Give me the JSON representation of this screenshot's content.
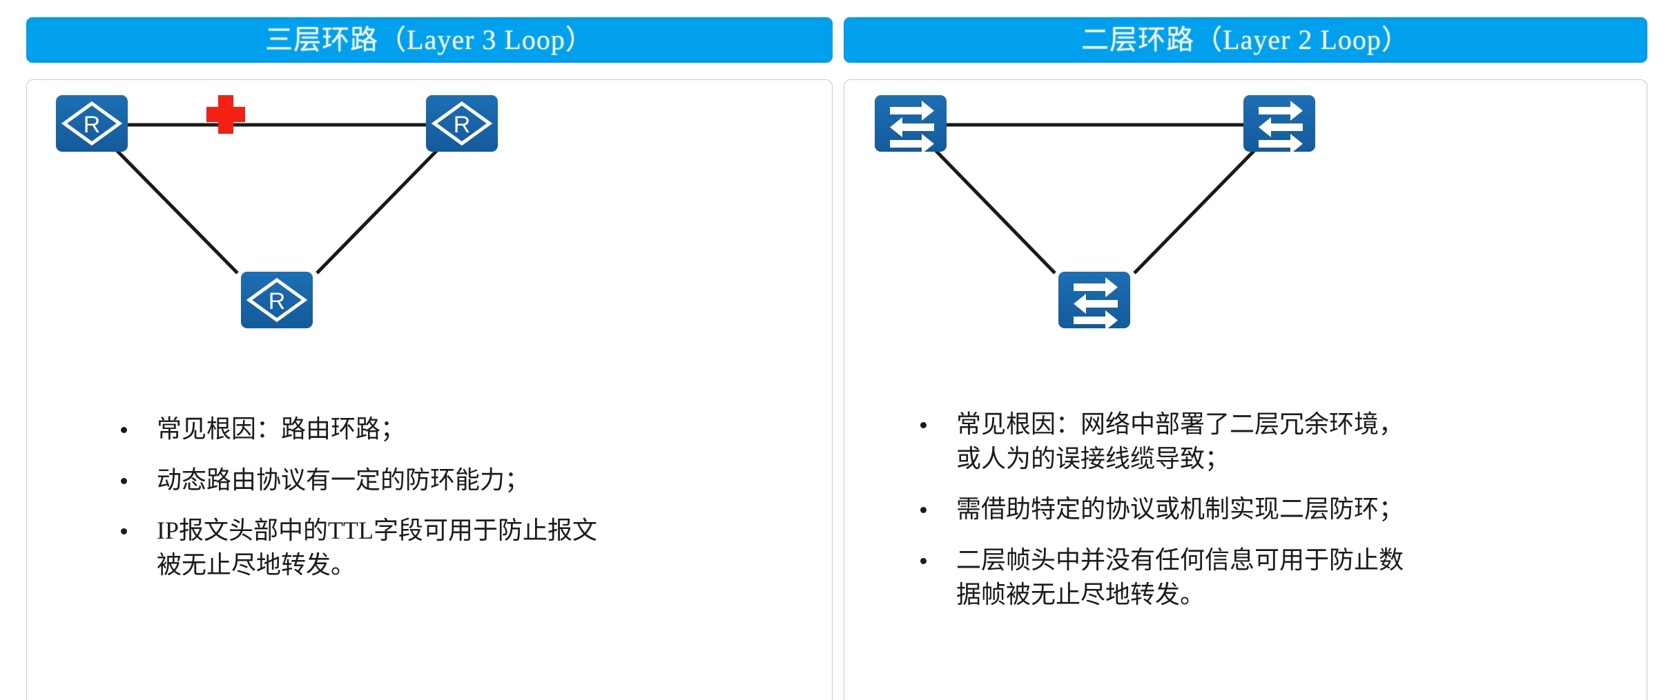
{
  "theme": {
    "header_blue": "#00a0ee",
    "header_text": "#f0fbff",
    "node_blue": "#1764a8",
    "node_blue_dark": "#14538f",
    "marker_red": "#f42112",
    "link_black": "#1a1a1a",
    "card_border": "#c9c9c9",
    "body_text": "#1b1b1b"
  },
  "panels": [
    {
      "id": "layer3",
      "header": {
        "title": "三层环路（Layer 3 Loop）"
      },
      "diagram": {
        "node_label": "R",
        "node_icon": "router-icon",
        "marker_icon": "red-cross-marker",
        "nodes": [
          {
            "name": "router-top-left",
            "label": "R"
          },
          {
            "name": "router-top-right",
            "label": "R"
          },
          {
            "name": "router-bottom",
            "label": "R"
          }
        ],
        "links": [
          {
            "from": "router-top-left",
            "to": "router-top-right"
          },
          {
            "from": "router-top-left",
            "to": "router-bottom"
          },
          {
            "from": "router-top-right",
            "to": "router-bottom"
          }
        ]
      },
      "bullets": [
        "常见根因：路由环路；",
        "动态路由协议有一定的防环能力；",
        "IP报文头部中的TTL字段可用于防止报文\n被无止尽地转发。"
      ]
    },
    {
      "id": "layer2",
      "header": {
        "title": "二层环路（Layer 2 Loop）"
      },
      "diagram": {
        "node_label": "",
        "node_icon": "switch-icon",
        "marker_icon": "",
        "nodes": [
          {
            "name": "switch-top-left",
            "label": ""
          },
          {
            "name": "switch-top-right",
            "label": ""
          },
          {
            "name": "switch-bottom",
            "label": ""
          }
        ],
        "links": [
          {
            "from": "switch-top-left",
            "to": "switch-top-right"
          },
          {
            "from": "switch-top-left",
            "to": "switch-bottom"
          },
          {
            "from": "switch-top-right",
            "to": "switch-bottom"
          }
        ]
      },
      "bullets": [
        "常见根因：网络中部署了二层冗余环境，\n或人为的误接线缆导致；",
        "需借助特定的协议或机制实现二层防环；",
        "二层帧头中并没有任何信息可用于防止数\n据帧被无止尽地转发。"
      ]
    }
  ]
}
